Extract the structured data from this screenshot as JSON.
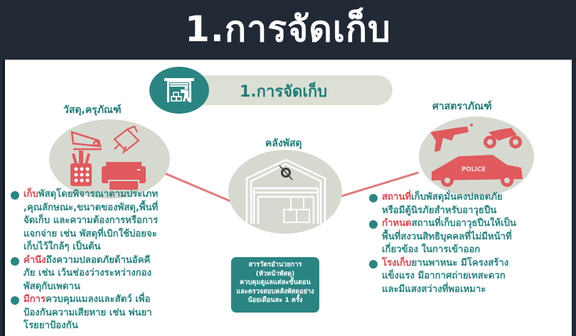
{
  "slide": {
    "title": "1.การจัดเก็บ"
  },
  "header": {
    "title": "1.การจัดเก็บ",
    "icon": "warehouse-worker-icon"
  },
  "groups": {
    "supplies": {
      "label": "วัสดุ,ครุภัณฑ์",
      "icons": [
        "stapler-icon",
        "binder-clip-icon",
        "pen-holder-icon",
        "printer-icon"
      ]
    },
    "warehouse": {
      "label": "คลังพัสดุ",
      "icons": [
        "warehouse-icon",
        "emblem-icon",
        "boxes-icon"
      ]
    },
    "weapons": {
      "label": "ศาสตราภัณฑ์",
      "icons": [
        "revolver-icon",
        "motorcycle-icon",
        "police-car-icon"
      ],
      "police_text": "POLICE"
    }
  },
  "left_bullets": [
    {
      "highlight": "เก็บ",
      "lines": [
        "พัสดุโดยพิจารณาตามประเภท",
        ",คุณลักษณะ,ขนาดของพัสดุ,พื้นที่",
        "จัดเก็บ และความต้องการหรือการ",
        "แจกจ่าย เช่น พัสดุที่เบิกใช้บ่อยจะ",
        "เก็บไว้ใกล้ๆ เป็นต้น"
      ]
    },
    {
      "highlight": "คำนึง",
      "lines": [
        "ถึงความปลอดภัยด้านอัคคี",
        "ภัย เช่น เว้นช่องว่างระหว่างกอง",
        "พัสดุกับเพดาน"
      ]
    },
    {
      "highlight": "มีการ",
      "lines": [
        "ควบคุมแมลงและสัตว์ เพื่อ",
        "ป้องกันความเสียหาย เช่น พ่นยา",
        "โรยยาป้องกัน"
      ]
    }
  ],
  "right_bullets": [
    {
      "highlight": "สถานที่",
      "lines": [
        "เก็บพัสดุมั่นคงปลอดภัย",
        "หรือมีตู้นิรภัยสำหรับอาวุธปืน"
      ]
    },
    {
      "highlight": "กำหนด",
      "lines": [
        "สถานที่เก็บอาวุธปืนให้เป็น",
        "พื้นที่สงวนสิทธิบุคคลที่ไม่มีหน้าที่",
        "เกี่ยวข้อง ในการเข้าออก"
      ]
    },
    {
      "highlight": "โรงเก็บ",
      "lines": [
        "ยานพาหนะ มีโครงสร้าง",
        "แข็งแรง มีอากาศถ่ายเทสะดวก",
        "และมีแสงสว่างที่พอเหมาะ"
      ]
    }
  ],
  "note_box": {
    "lines": [
      "สารวัตรอำนวยการ",
      "(หัวหน้าพัสดุ)",
      "ควบคุมดูแลแต่ละขั้นตอน",
      "และตรวจสอบคลังพัสดุอย่าง",
      "น้อยเดือนละ 1 ครั้ง"
    ]
  },
  "colors": {
    "background": "#212935",
    "teal": "#2a8582",
    "highlight_red": "#e0464f",
    "icon_red": "#e05a5e",
    "circle_gray": "#d6d9d0",
    "pill_gray": "#dcdfd4"
  }
}
